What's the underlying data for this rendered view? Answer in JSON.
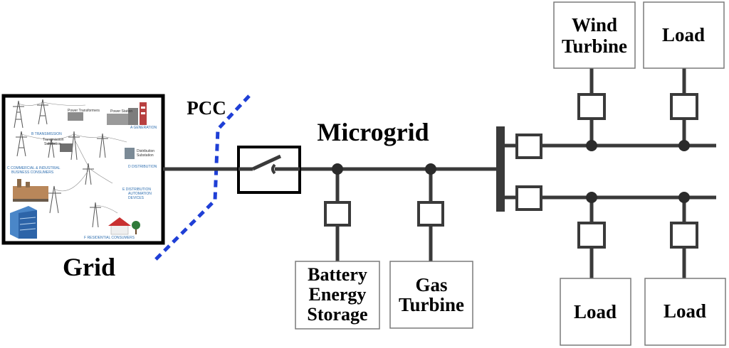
{
  "labels": {
    "grid": "Grid",
    "pcc": "PCC",
    "microgrid": "Microgrid"
  },
  "boxes": {
    "wind_turbine": [
      "Wind",
      "Turbine"
    ],
    "load_top": [
      "Load"
    ],
    "battery": [
      "Battery",
      "Energy",
      "Storage"
    ],
    "gas_turbine": [
      "Gas",
      "Turbine"
    ],
    "load_bottom_left": [
      "Load"
    ],
    "load_bottom_right": [
      "Load"
    ]
  },
  "grid_illustration": {
    "power_station": "Power Station",
    "power_transformers": "Power Transformers",
    "generation": "A  GENERATION",
    "transmission": "B  TRANSMISSION",
    "transmission_substation": [
      "Transmission",
      "Substation"
    ],
    "distribution_substation": [
      "Distribution",
      "Substation"
    ],
    "commercial": [
      "C  COMMERCIAL & INDUSTRIAL",
      "BUSINESS CONSUMERS"
    ],
    "distribution": "D  DISTRIBUTION",
    "automation": [
      "E  DISTRIBUTION",
      "AUTOMATION",
      "DEVICES"
    ],
    "residential": "F  RESIDENTIAL CONSUMERS"
  },
  "colors": {
    "wire": "#3a3a3a",
    "pcc_line": "#1f3fd6",
    "box_border": "#7a7a7a",
    "grid_frame": "#000000"
  }
}
